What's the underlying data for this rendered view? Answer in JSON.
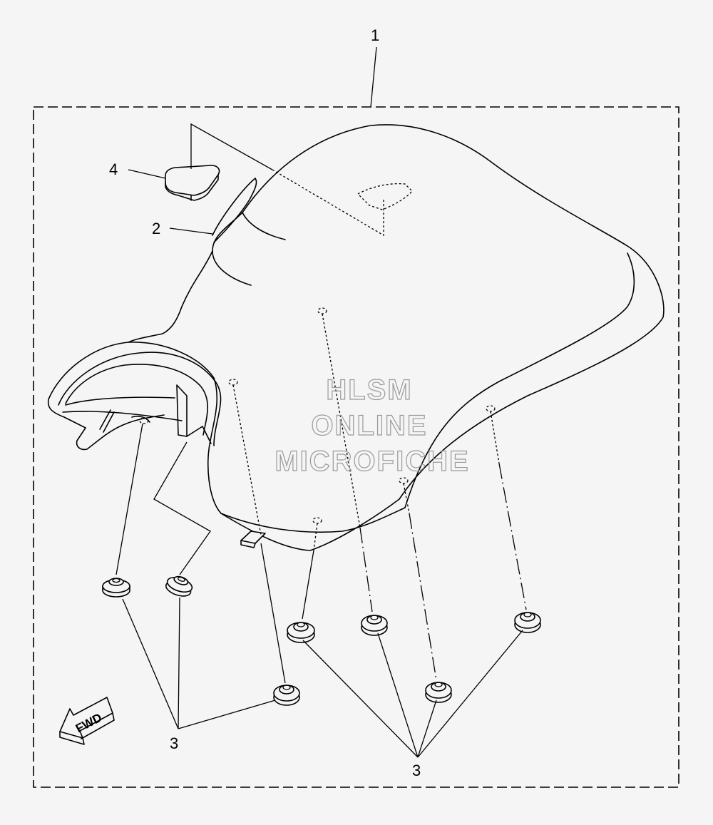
{
  "callouts": {
    "kit": "1",
    "cover": "2",
    "damper_left": "3",
    "damper_right": "3",
    "emblem": "4"
  },
  "watermark": {
    "line1": "HLSM",
    "line2": "ONLINE",
    "line3": "MICROFICHE"
  },
  "direction_arrow": {
    "label": "FWD",
    "icon": "arrow-left-icon"
  },
  "colors": {
    "background": "#f5f5f5",
    "linework": "#000000",
    "watermark": "#9a9a9a"
  }
}
